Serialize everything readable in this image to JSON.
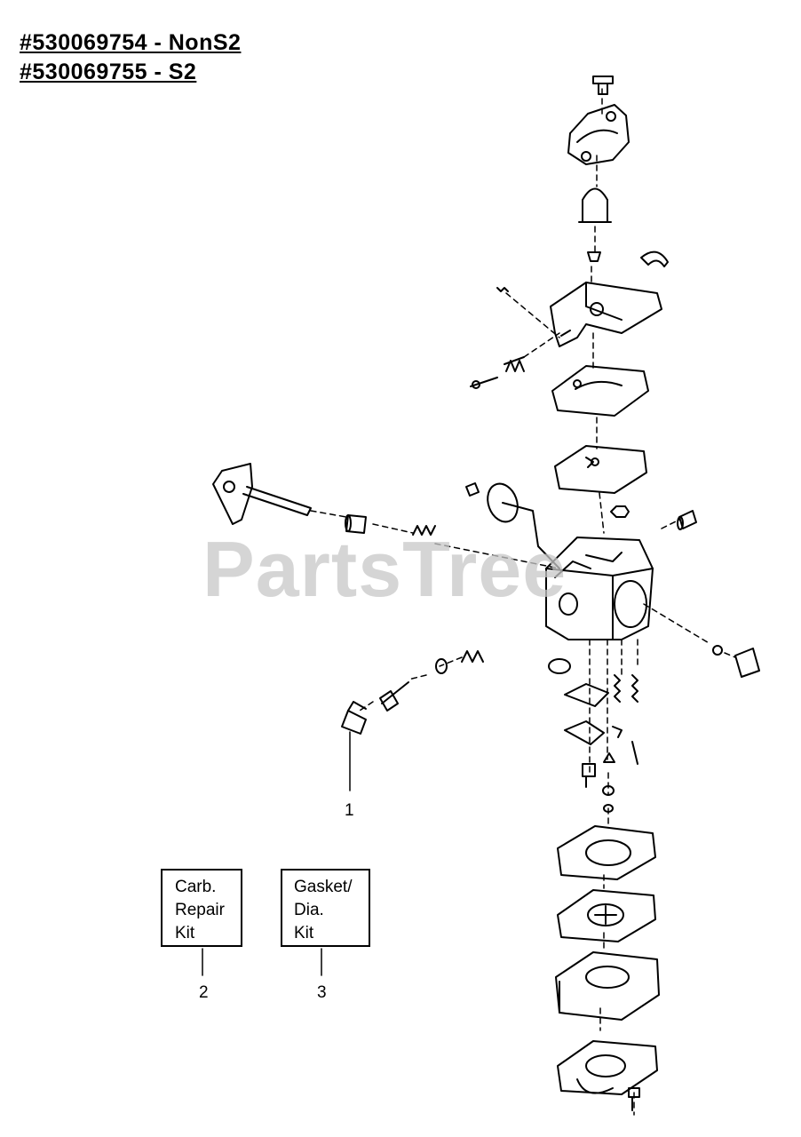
{
  "header": {
    "model_nons2": "#530069754 - NonS2",
    "model_s2": "#530069755 - S2"
  },
  "kits": {
    "carb_repair": {
      "lines": [
        "Carb.",
        "Repair",
        "Kit"
      ],
      "ref": "2"
    },
    "gasket_dia": {
      "lines": [
        "Gasket/",
        "Dia.",
        "Kit"
      ],
      "ref": "3"
    }
  },
  "callouts": {
    "ref_1": "1"
  },
  "watermark": "PartsTree",
  "colors": {
    "ink": "#000000",
    "watermark": "#c8c8c8",
    "background": "#ffffff"
  }
}
